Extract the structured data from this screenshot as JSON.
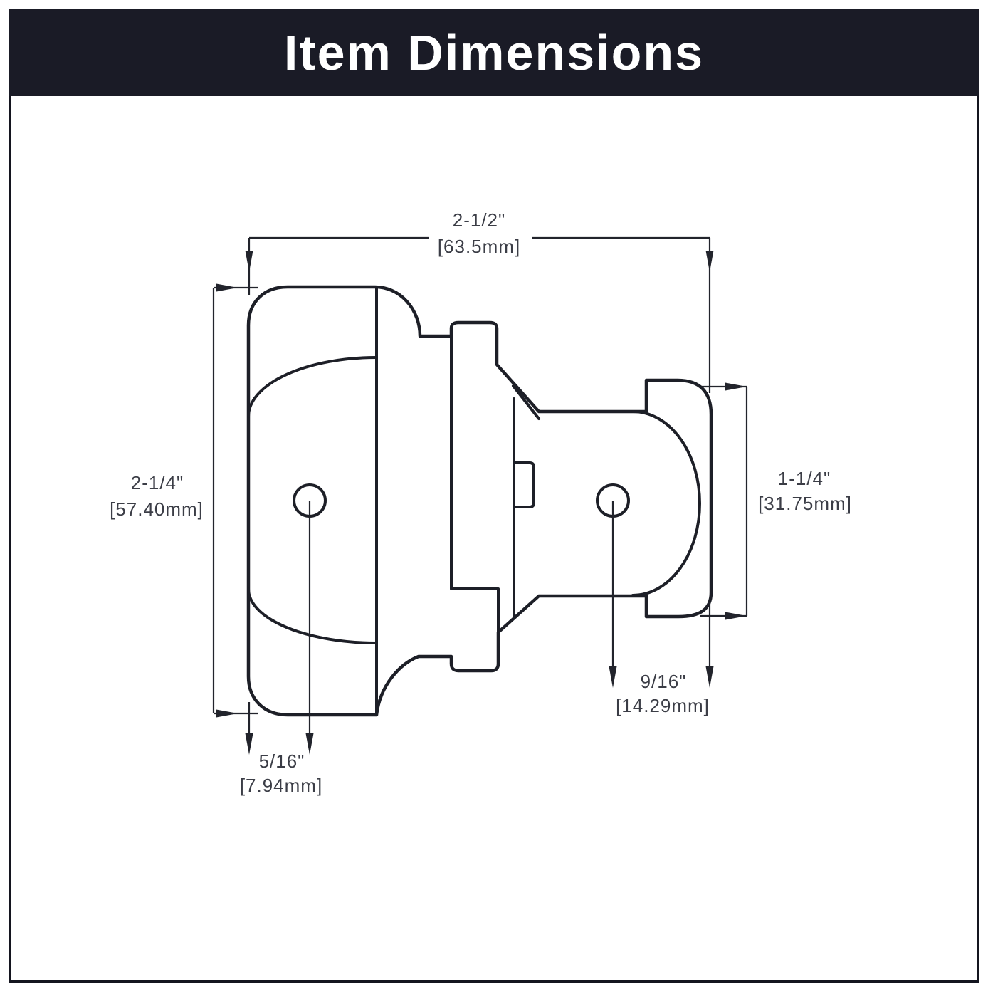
{
  "header": {
    "title": "Item Dimensions"
  },
  "drawing": {
    "subject": "cabinet-hinge-side-profile",
    "dimensions": {
      "overall_width": {
        "inches": "2-1/2\"",
        "metric": "[63.5mm]"
      },
      "overall_height": {
        "inches": "2-1/4\"",
        "metric": "[57.40mm]"
      },
      "frame_wing_height": {
        "inches": "1-1/4\"",
        "metric": "[31.75mm]"
      },
      "bottom_right_offset": {
        "inches": "9/16\"",
        "metric": "[14.29mm]"
      },
      "bottom_left_offset": {
        "inches": "5/16\"",
        "metric": "[7.94mm]"
      }
    },
    "colors": {
      "header_background": "#1a1b26",
      "header_text": "#ffffff",
      "line": "#1d1f27",
      "dimension_text": "#3b3d46",
      "background": "#ffffff"
    }
  }
}
